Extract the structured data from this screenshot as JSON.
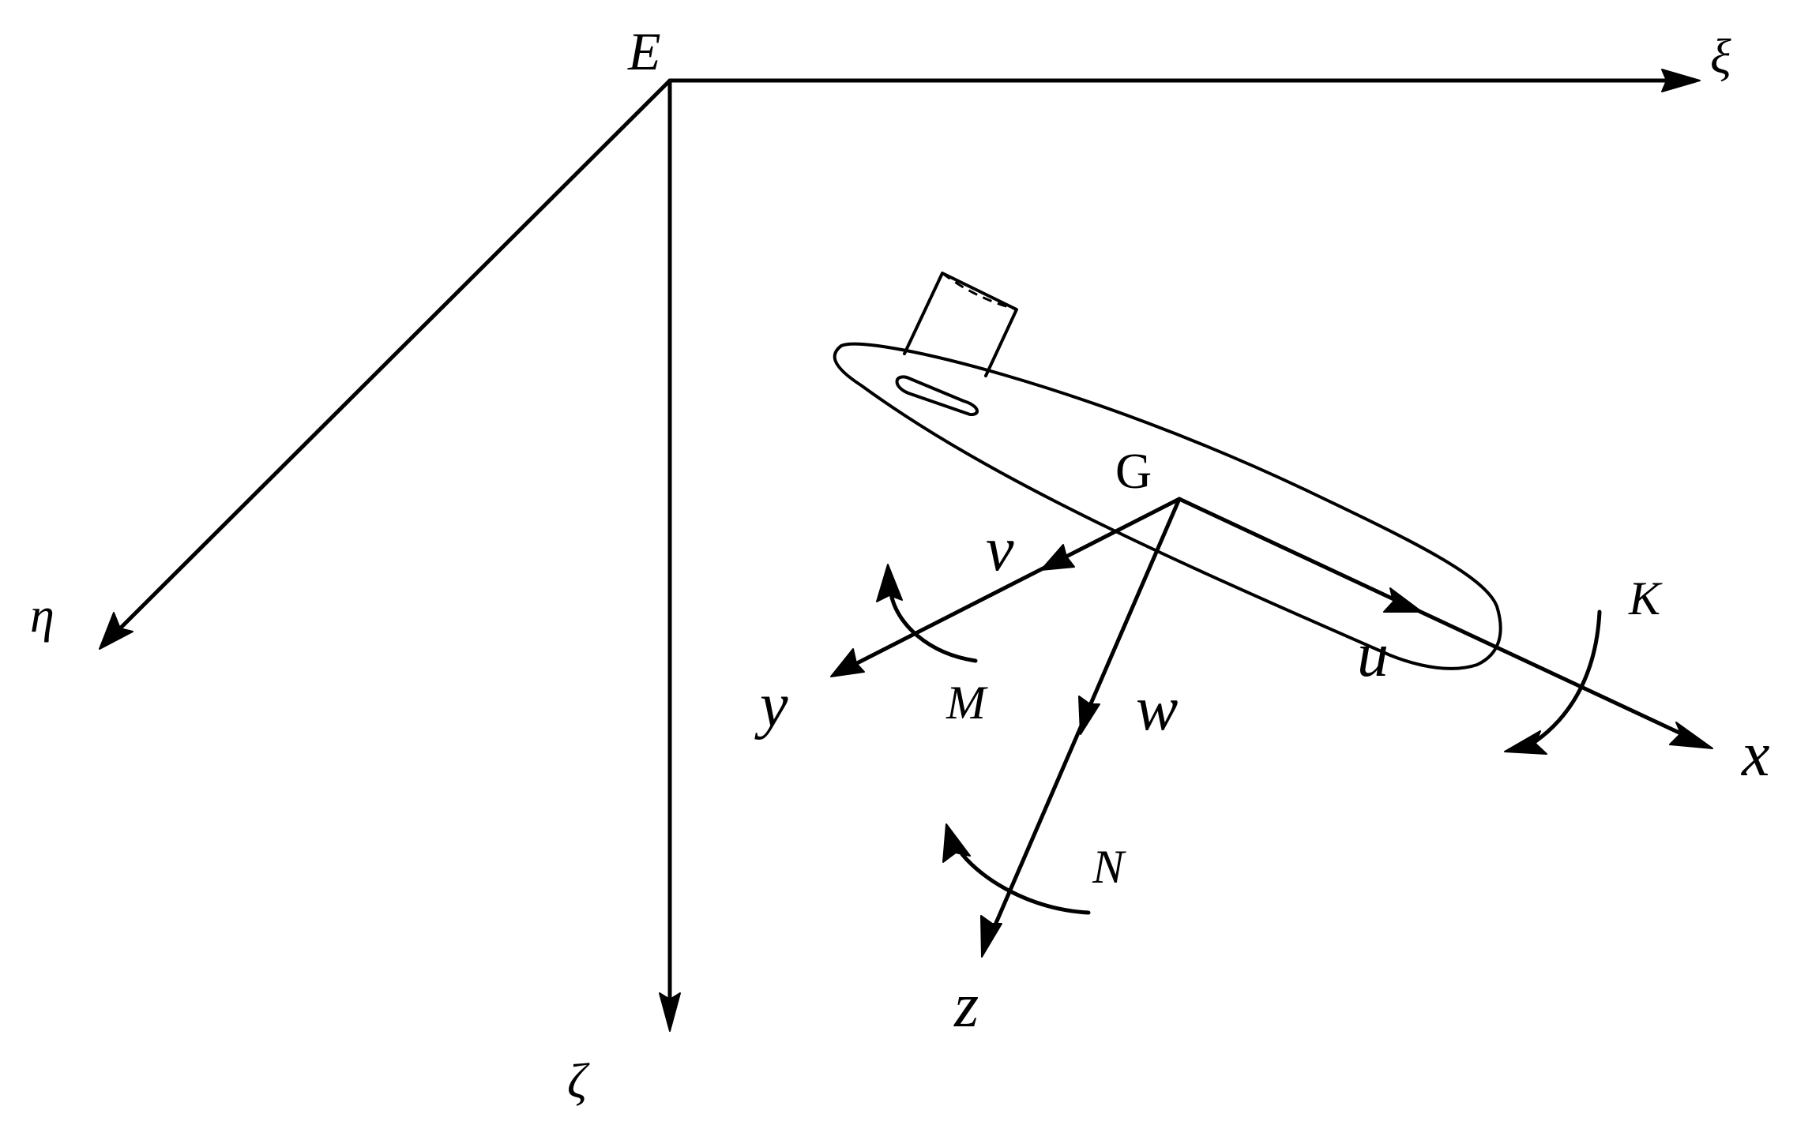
{
  "labels": {
    "earth_origin": "E",
    "xi": "ξ",
    "eta": "η",
    "zeta": "ζ",
    "center": "G",
    "x": "x",
    "y": "y",
    "z": "z",
    "u": "u",
    "v": "v",
    "w": "w",
    "K": "K",
    "M": "M",
    "N": "N"
  }
}
